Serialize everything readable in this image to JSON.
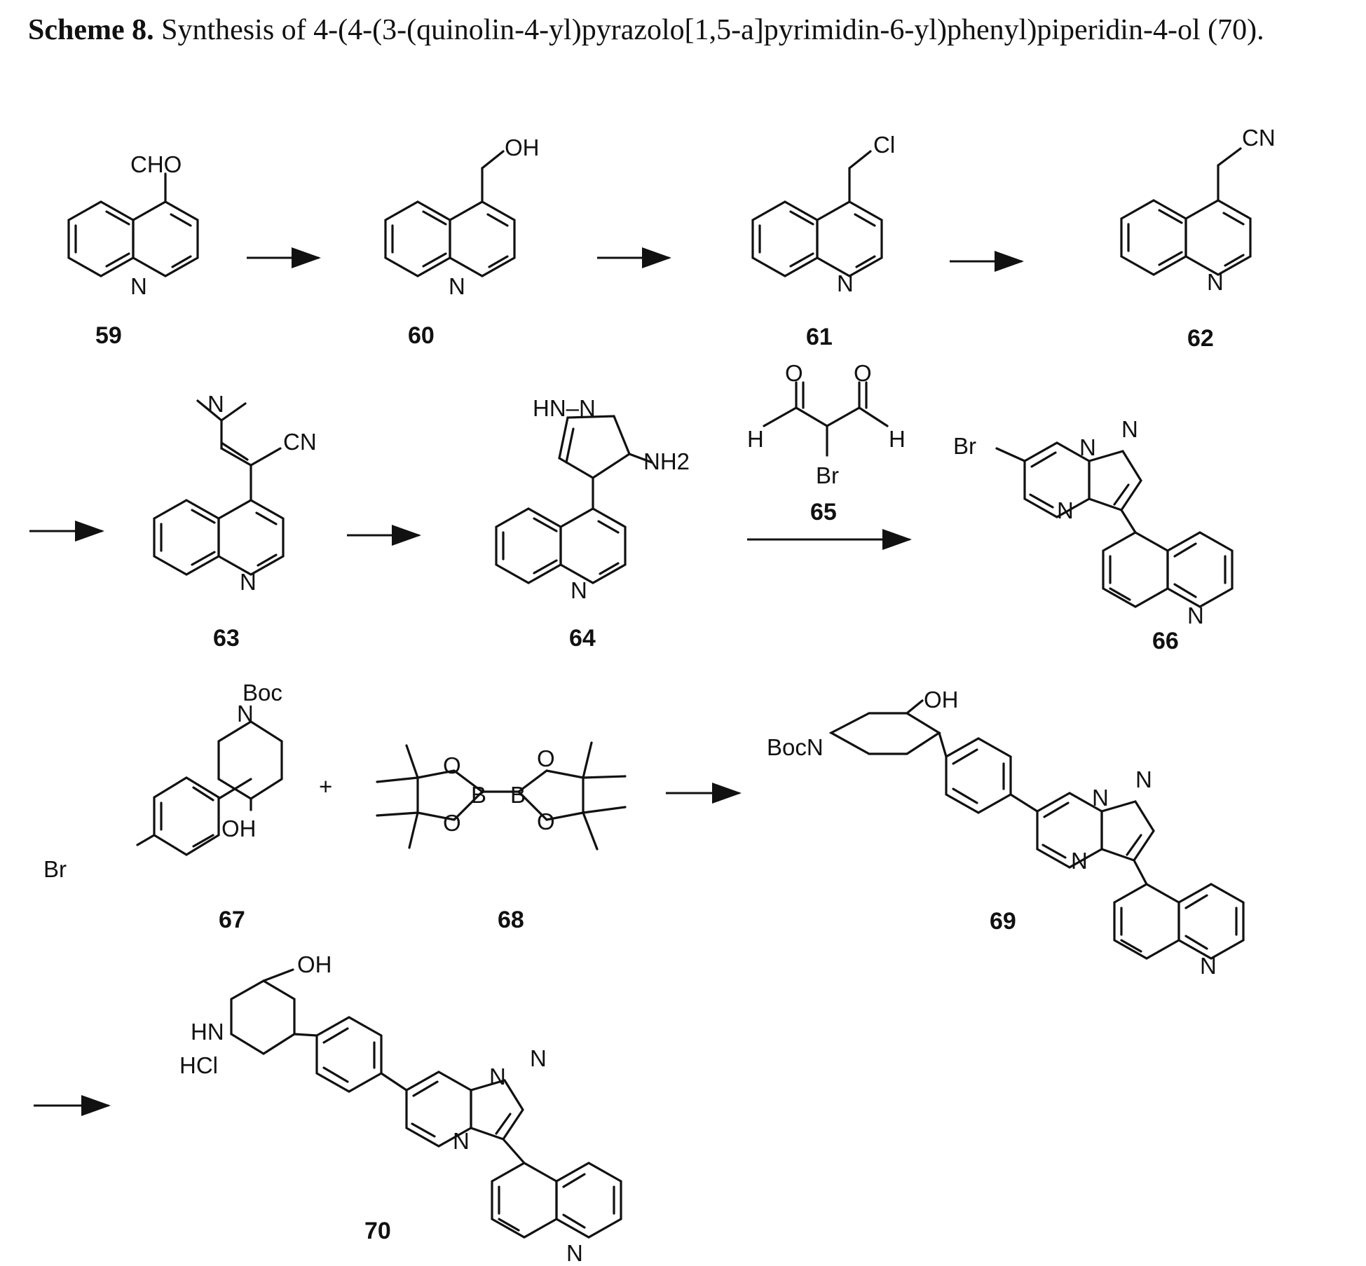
{
  "caption": {
    "label": "Scheme 8.",
    "text": "Synthesis of 4-(4-(3-(quinolin-4-yl)pyrazolo[1,5-a]pyrimidin-6-yl)phenyl)piperidin-4-ol (70)."
  },
  "compounds": {
    "c59": "59",
    "c60": "60",
    "c61": "61",
    "c62": "62",
    "c63": "63",
    "c64": "64",
    "c65": "65",
    "c66": "66",
    "c67": "67",
    "c68": "68",
    "c69": "69",
    "c70": "70"
  },
  "atoms": {
    "cho": "CHO",
    "oh": "OH",
    "cl": "Cl",
    "cn": "CN",
    "n": "N",
    "hn_n": "HN–N",
    "nh2": "NH2",
    "o": "O",
    "h": "H",
    "br": "Br",
    "boc": "Boc",
    "bocn": "BocN",
    "b": "B",
    "hn": "HN",
    "hcl": "HCl",
    "plus": "+"
  },
  "colors": {
    "ink": "#111111",
    "background": "#ffffff"
  }
}
